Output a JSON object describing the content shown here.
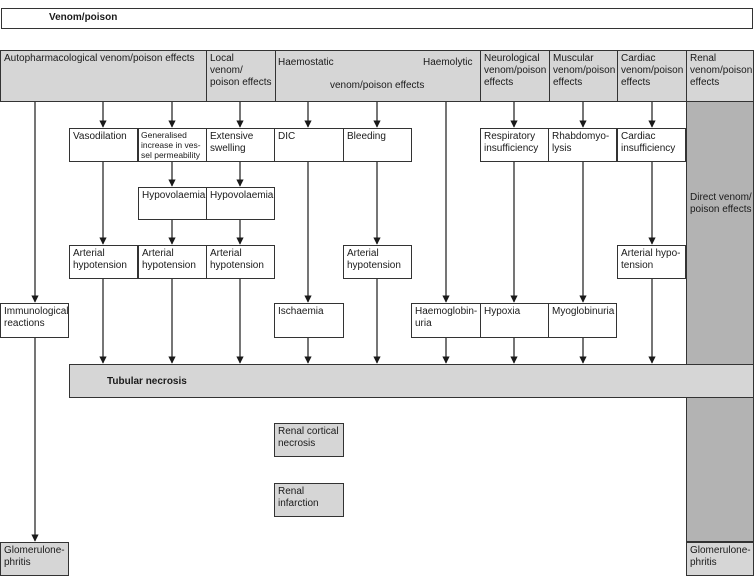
{
  "title": "Venom/poison",
  "headers": {
    "autopharmacological": "Autopharmacological venom/poison effects",
    "local": "Local\nvenom/\npoison effects",
    "haemostatic": "Haemostatic",
    "haemolytic": "Haemolytic",
    "haemo_shared": "venom/poison effects",
    "neurological": "Neurological\nvenom/poison\neffects",
    "muscular": "Muscular\nvenom/poison\neffects",
    "cardiac": "Cardiac\nvenom/poison\neffects",
    "renal": "Renal\nvenom/poison\neffects"
  },
  "nodes": {
    "vasodilation": "Vasodilation",
    "generalised": "Generalised\nincrease in ves-\nsel permeability",
    "extensive_swelling": "Extensive\nswelling",
    "dic": "DIC",
    "bleeding": "Bleeding",
    "respiratory": "Respiratory\ninsufficiency",
    "rhabdomyolysis": "Rhabdomyo-\nlysis",
    "cardiac_insufficiency": "Cardiac\n insufficiency",
    "hypovolaemia_1": "Hypovolaemia",
    "hypovolaemia_2": "Hypovolaemia",
    "art_hypo_1": "Arterial\nhypotension",
    "art_hypo_2": "Arterial\nhypotension",
    "art_hypo_3": "Arterial\nhypotension",
    "art_hypo_4": "Arterial\nhypotension",
    "art_hypo_5": "Arterial hypo-\ntension",
    "immunological": "Immunological\nreactions",
    "ischaemia": "Ischaemia",
    "haemoglobinuria": "Haemoglobin-\nuria",
    "hypoxia": "Hypoxia",
    "myoglobinuria": "Myoglobinuria",
    "tubular_necrosis": "Tubular necrosis",
    "renal_cortical": "Renal cortical\nnecrosis",
    "renal_infarction": "Renal\ninfarction",
    "glomerulo_left": "Glomerulone-\nphritis",
    "glomerulo_right": "Glomerulone-\nphritis",
    "direct_effects": "Direct venom/\npoison effects"
  }
}
